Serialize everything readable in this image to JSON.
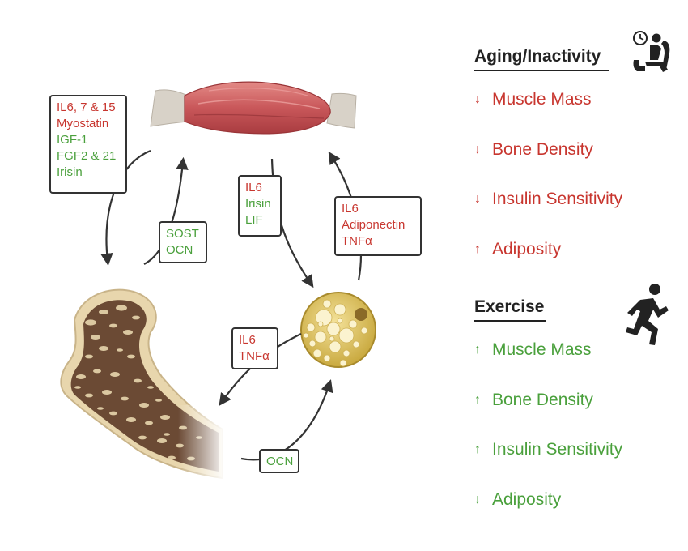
{
  "muscle_to_bone_box": [
    {
      "text": "IL6, 7 & 15",
      "color": "#c8362f"
    },
    {
      "text": "Myostatin",
      "color": "#c8362f"
    },
    {
      "text": "IGF-1",
      "color": "#4aa03c"
    },
    {
      "text": "FGF2 & 21",
      "color": "#4aa03c"
    },
    {
      "text": "Irisin",
      "color": "#4aa03c"
    }
  ],
  "bone_to_muscle_box": [
    {
      "text": "SOST",
      "color": "#4aa03c"
    },
    {
      "text": "OCN",
      "color": "#4aa03c"
    }
  ],
  "muscle_to_fat_box": [
    {
      "text": "IL6",
      "color": "#c8362f"
    },
    {
      "text": "Irisin",
      "color": "#4aa03c"
    },
    {
      "text": "LIF",
      "color": "#4aa03c"
    }
  ],
  "fat_to_muscle_box": [
    {
      "text": "IL6",
      "color": "#c8362f"
    },
    {
      "text": "Adiponectin",
      "color": "#c8362f"
    },
    {
      "text": "TNFα",
      "color": "#c8362f"
    }
  ],
  "fat_to_bone_box": [
    {
      "text": "IL6",
      "color": "#c8362f"
    },
    {
      "text": "TNFα",
      "color": "#c8362f"
    }
  ],
  "bone_to_fat_box": [
    {
      "text": "OCN",
      "color": "#4aa03c"
    }
  ],
  "aging": {
    "title": "Aging/Inactivity",
    "icon": "person-in-armchair-with-clock-icon",
    "color": "#c8362f",
    "items": [
      {
        "arrow": "↓",
        "label": "Muscle Mass"
      },
      {
        "arrow": "↓",
        "label": "Bone Density"
      },
      {
        "arrow": "↓",
        "label": "Insulin Sensitivity"
      },
      {
        "arrow": "↑",
        "label": "Adiposity"
      }
    ]
  },
  "exercise": {
    "title": "Exercise",
    "icon": "running-person-icon",
    "color": "#4aa03c",
    "items": [
      {
        "arrow": "↑",
        "label": "Muscle Mass"
      },
      {
        "arrow": "↑",
        "label": "Bone Density"
      },
      {
        "arrow": "↑",
        "label": "Insulin Sensitivity"
      },
      {
        "arrow": "↓",
        "label": "Adiposity"
      }
    ]
  },
  "colors": {
    "muscle": "#c9575a",
    "bone_outer": "#e8d6ad",
    "bone_inner": "#6b4a34",
    "fat": "#efd77f",
    "arrow": "#333333"
  }
}
